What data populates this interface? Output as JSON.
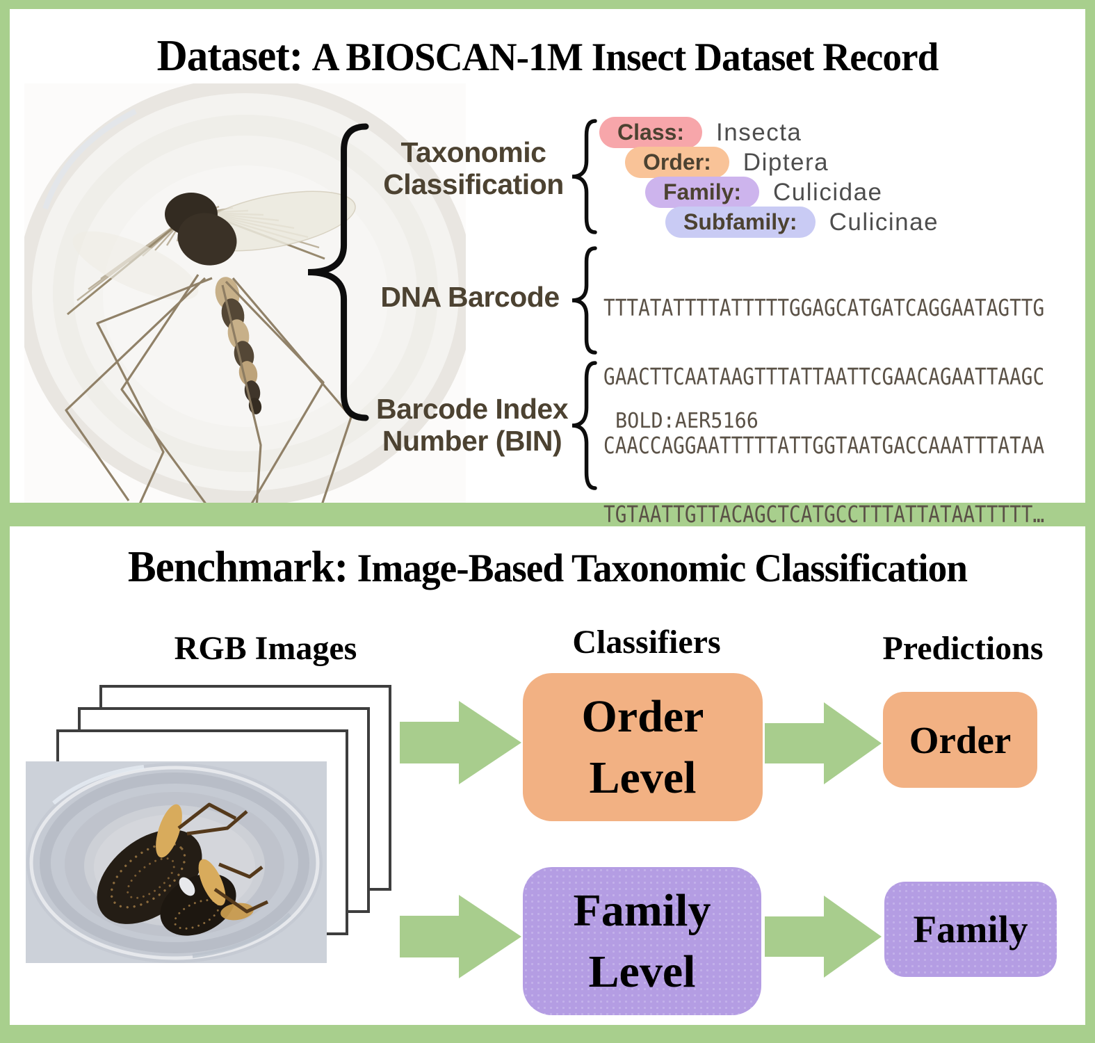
{
  "dataset_panel": {
    "title": {
      "prefix": "Dataset:",
      "rest": "A BIOSCAN-1M Insect Dataset Record"
    },
    "taxonomy": {
      "label_line1": "Taxonomic",
      "label_line2": "Classification",
      "rows": [
        {
          "rank": "Class:",
          "value": "Insecta"
        },
        {
          "rank": "Order:",
          "value": "Diptera"
        },
        {
          "rank": "Family:",
          "value": "Culicidae"
        },
        {
          "rank": "Subfamily:",
          "value": "Culicinae"
        }
      ]
    },
    "dna": {
      "label": "DNA Barcode",
      "sequence_lines": [
        "TTTATATTTTATTTTTGGAGCATGATCAGGAATAGTTG",
        "GAACTTCAATAAGTTTATTAATTCGAACAGAATTAAGC",
        "CAACCAGGAATTTTTATTGGTAATGACCAAATTTATAA",
        "TGTAATTGTTACAGCTCATGCCTTTATTATAATTTTT…"
      ]
    },
    "bin": {
      "label_line1": "Barcode Index",
      "label_line2": "Number (BIN)",
      "value": "BOLD:AER5166"
    }
  },
  "benchmark_panel": {
    "title": {
      "prefix": "Benchmark:",
      "rest": "Image-Based Taxonomic Classification"
    },
    "column_headers": [
      "RGB Images",
      "Classifiers",
      "Predictions"
    ],
    "flows": [
      {
        "classifier_line1": "Order",
        "classifier_line2": "Level",
        "prediction": "Order"
      },
      {
        "classifier_line1": "Family",
        "classifier_line2": "Level",
        "prediction": "Family"
      }
    ]
  },
  "colors": {
    "frame_green": "#a8cf8d",
    "arrow_green": "#a8cd8d",
    "order_orange": "#f2b183",
    "family_purple": "#b49de3",
    "badge_class_pink": "#f7a6aa",
    "badge_order_orange": "#f9c398",
    "badge_family_purple": "#cdb4ed",
    "badge_subfamily_lavender": "#c9cbf4",
    "record_label_brown": "#4c4231",
    "sequence_brown": "#5a5146"
  }
}
